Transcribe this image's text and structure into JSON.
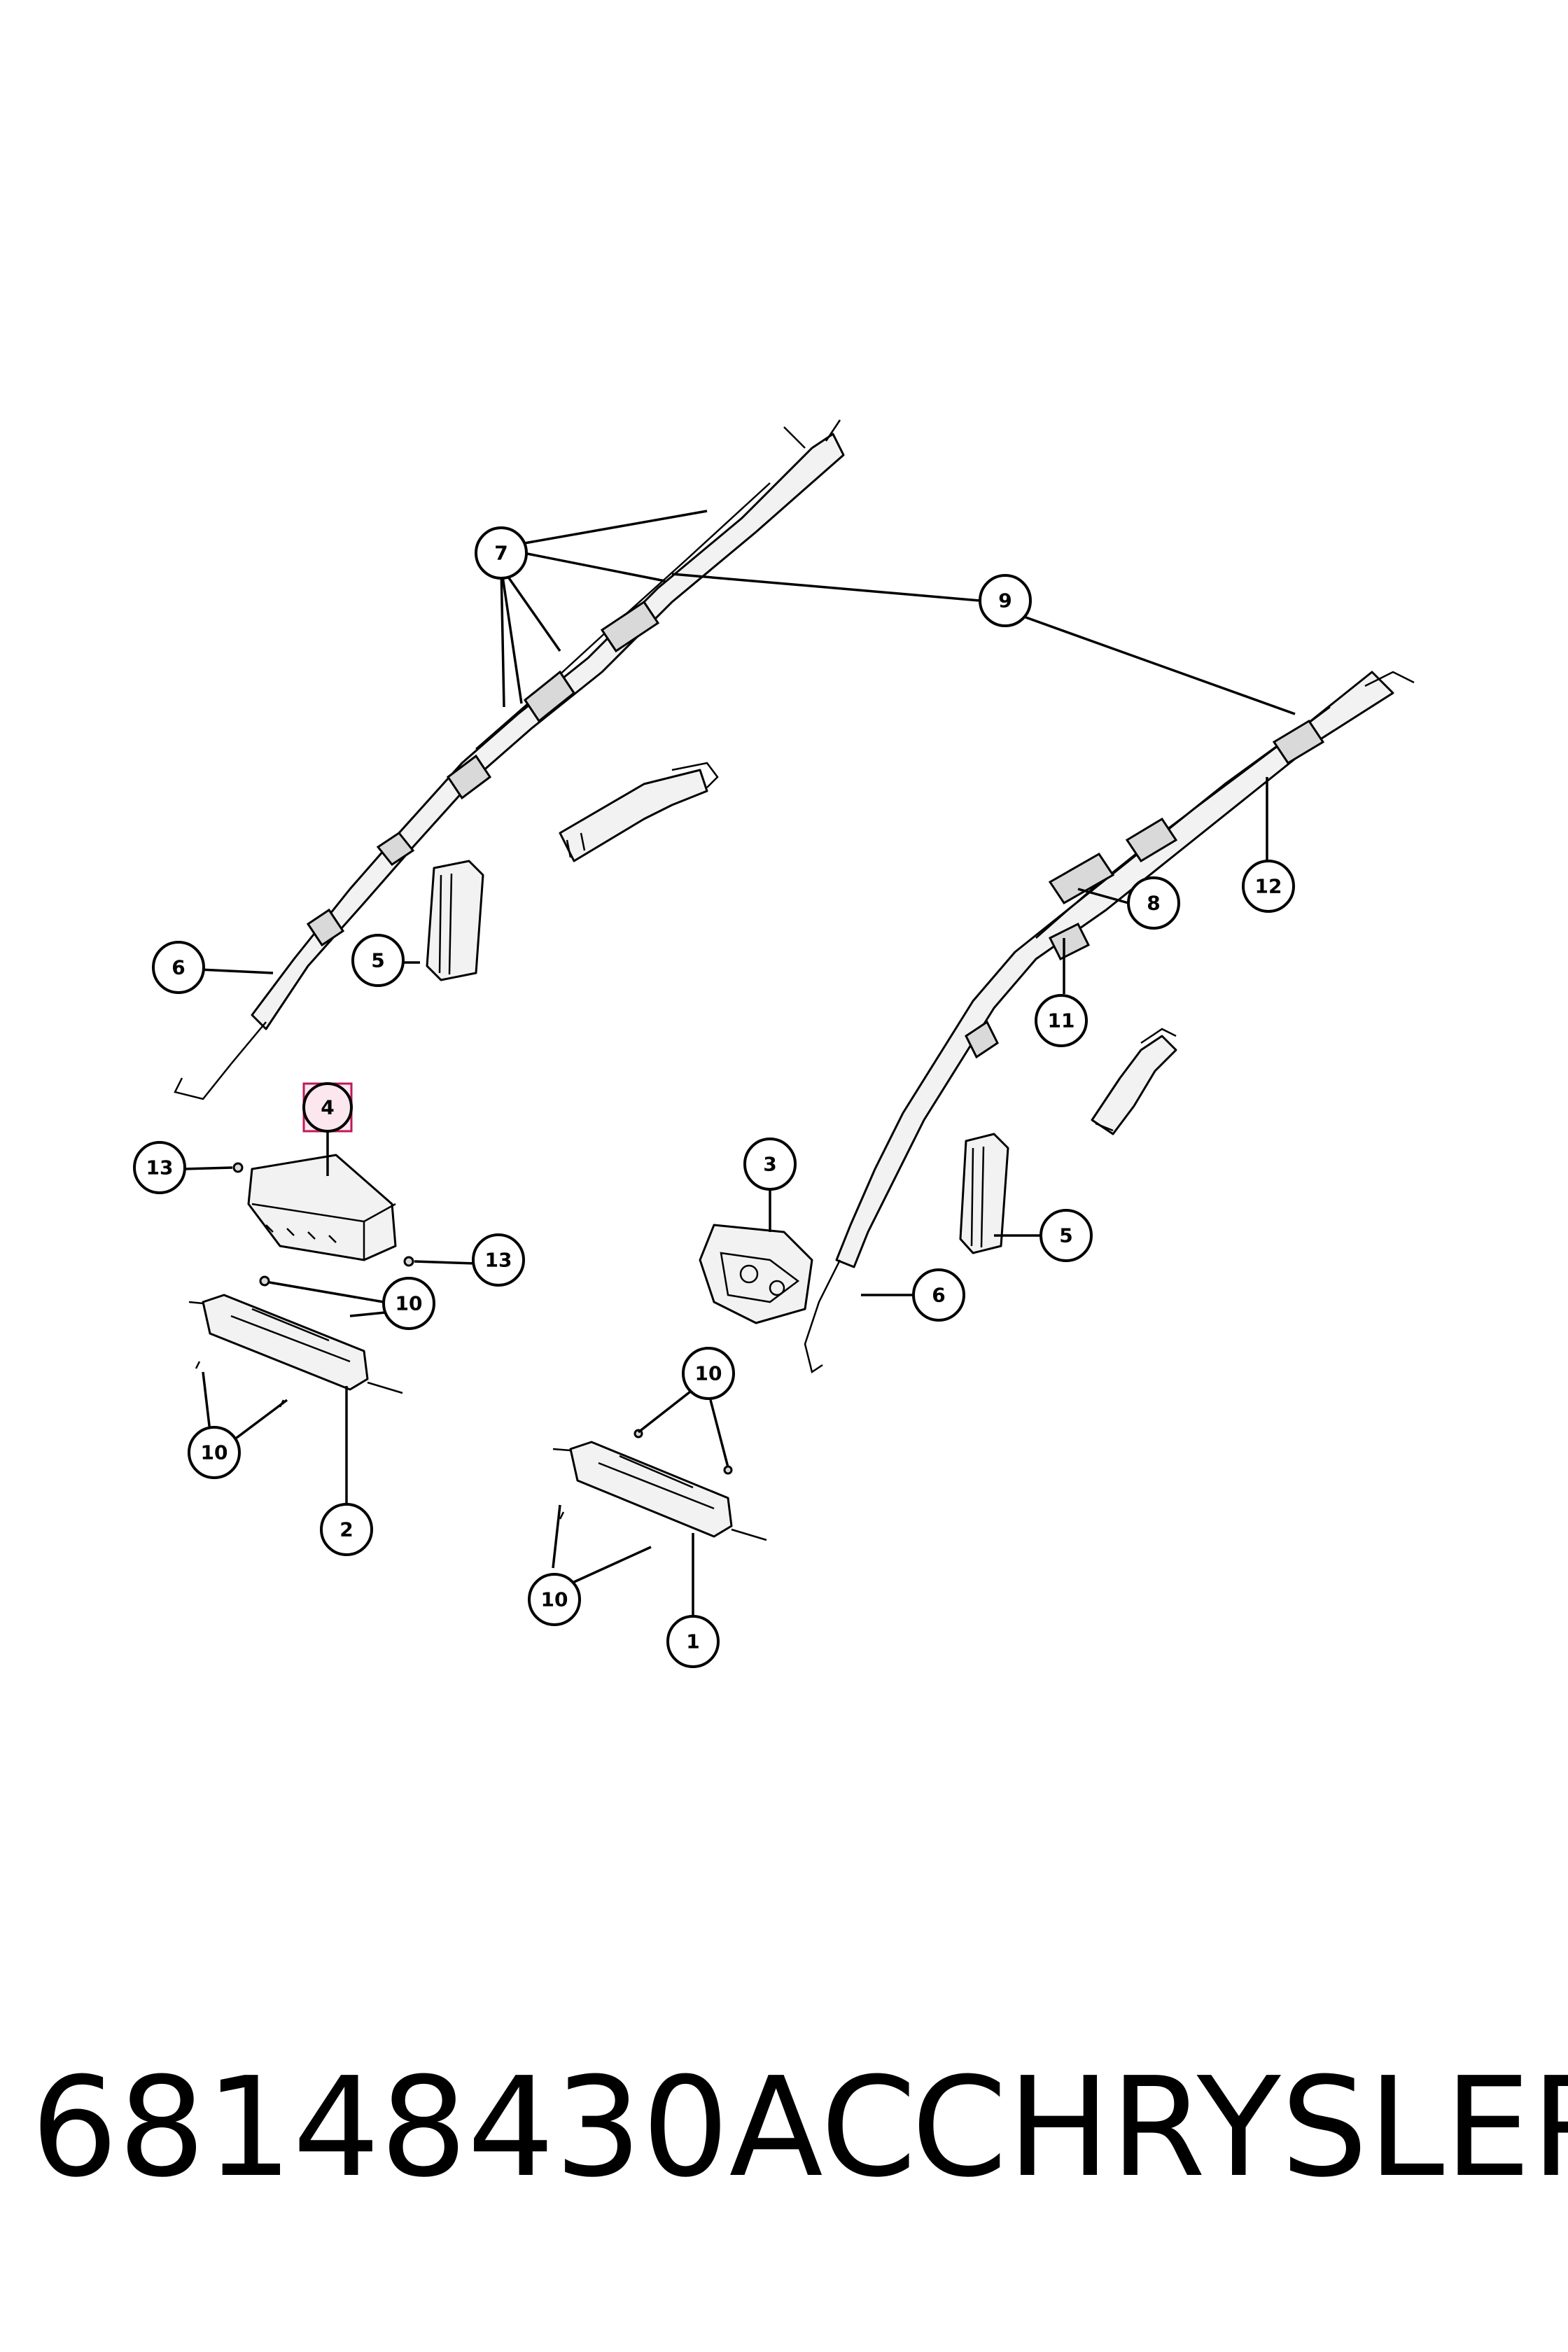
{
  "part_number": "68148430AC",
  "brand": "CHRYSLER",
  "callouts": {
    "c1": "1",
    "c2": "2",
    "c3": "3",
    "c4": "4",
    "c5a": "5",
    "c5b": "5",
    "c6a": "6",
    "c6b": "6",
    "c7": "7",
    "c8": "8",
    "c9": "9",
    "c10a": "10",
    "c10b": "10",
    "c10c": "10",
    "c10d": "10",
    "c11": "11",
    "c12": "12",
    "c13a": "13",
    "c13b": "13"
  },
  "highlighted_callout": "4",
  "colors": {
    "highlight_fill": "#fde7ef",
    "highlight_stroke": "#c2185b",
    "line": "#000000"
  }
}
